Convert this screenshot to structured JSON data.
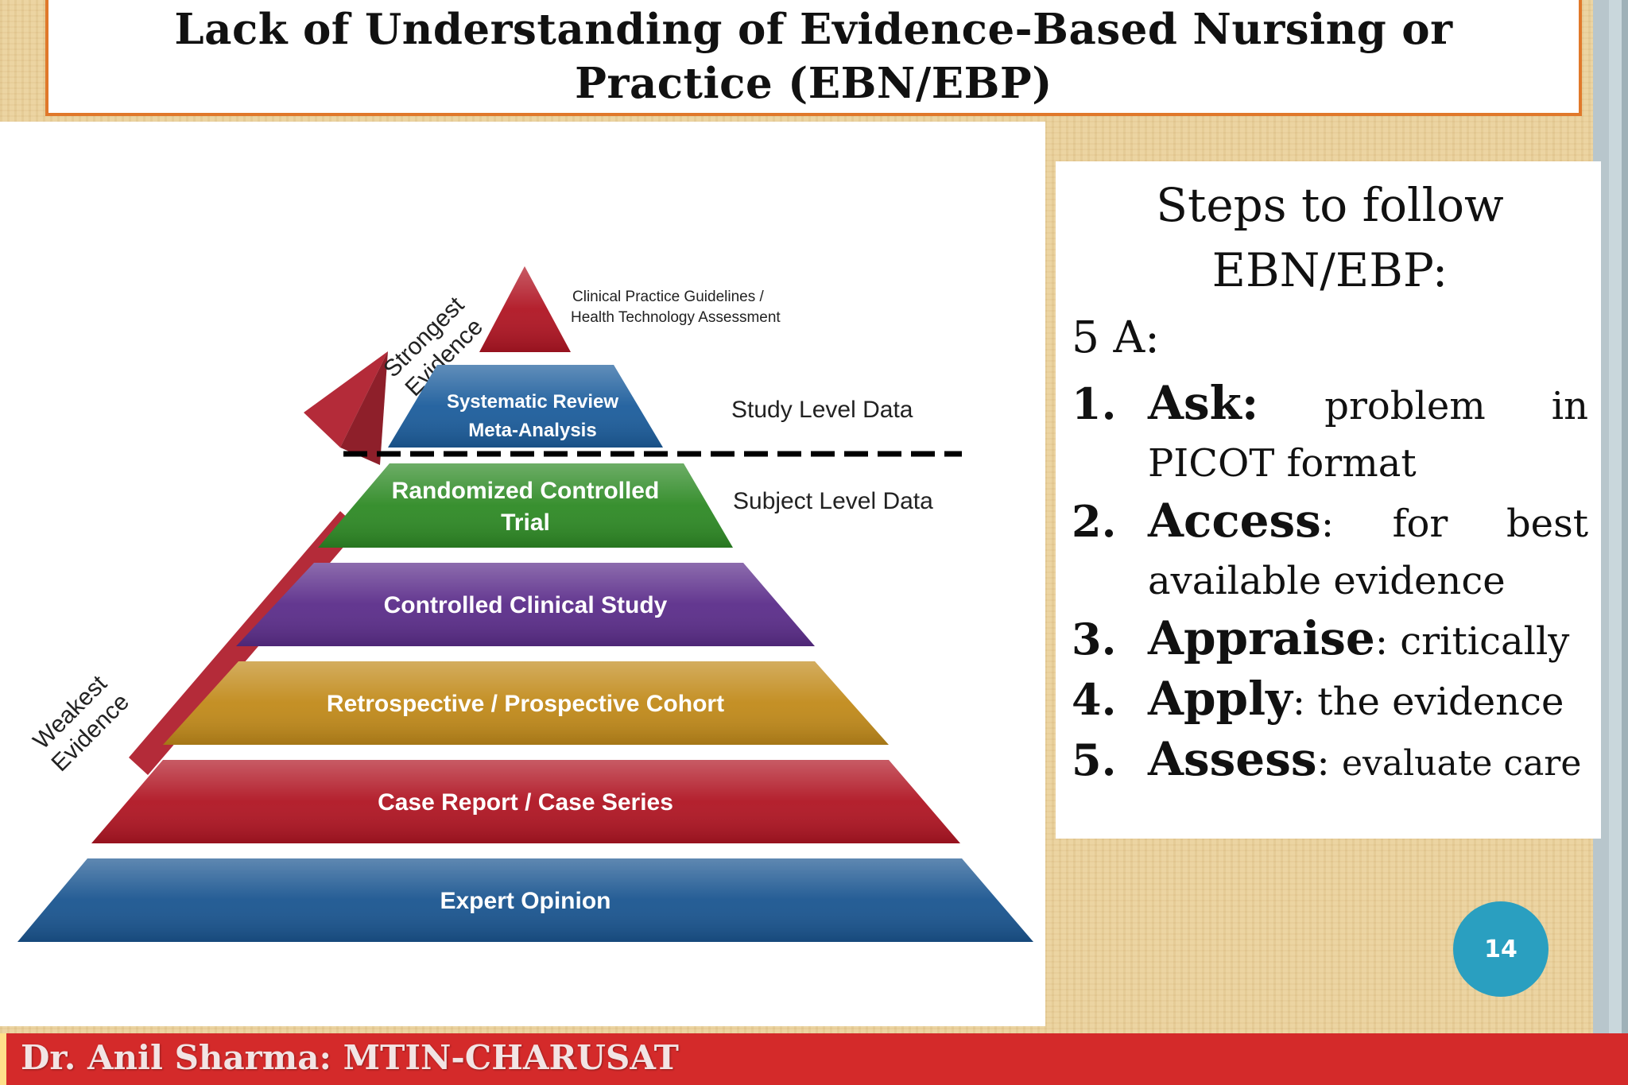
{
  "title": {
    "text": "Lack of Understanding of Evidence-Based Nursing or Practice (EBN/EBP)"
  },
  "pyramid": {
    "strongest_label_line1": "Strongest",
    "strongest_label_line2": "Evidence",
    "weakest_label_line1": "Weakest",
    "weakest_label_line2": "Evidence",
    "apex_label_line1": "Clinical Practice Guidelines /",
    "apex_label_line2": "Health Technology Assessment",
    "study_level_label": "Study Level Data",
    "subject_level_label": "Subject Level Data",
    "tiers": [
      {
        "line1": "Systematic Review",
        "line2": "Meta-Analysis",
        "color": "#1c5d9c"
      },
      {
        "line1": "Randomized Controlled",
        "line2": "Trial",
        "color": "#2e8a25"
      },
      {
        "line1": "Controlled Clinical Study",
        "line2": "",
        "color": "#5b2d8a"
      },
      {
        "line1": "Retrospective / Prospective Cohort",
        "line2": "",
        "color": "#c18a1a"
      },
      {
        "line1": "Case Report / Case Series",
        "line2": "",
        "color": "#b01523"
      },
      {
        "line1": "Expert Opinion",
        "line2": "",
        "color": "#1a5590"
      }
    ],
    "apex_color": "#b01523",
    "arrow_color": "#b42b39"
  },
  "steps": {
    "heading_line1": "Steps to follow",
    "heading_line2": "EBN/EBP:",
    "subheading": "5 A:",
    "items": [
      {
        "num": "1.",
        "key": "Ask:",
        "desc": "problem in PICOT format"
      },
      {
        "num": "2.",
        "key": "Access",
        "sep": ":",
        "desc": "for best available evidence"
      },
      {
        "num": "3.",
        "key": "Appraise",
        "sep": ":",
        "desc": "critically"
      },
      {
        "num": "4.",
        "key": "Apply",
        "sep": ":",
        "desc": "the evidence"
      },
      {
        "num": "5.",
        "key": "Assess",
        "sep": ":",
        "desc": "evaluate care"
      }
    ]
  },
  "page_number": "14",
  "footer": {
    "text": "Dr. Anil Sharma: MTIN-CHARUSAT"
  }
}
